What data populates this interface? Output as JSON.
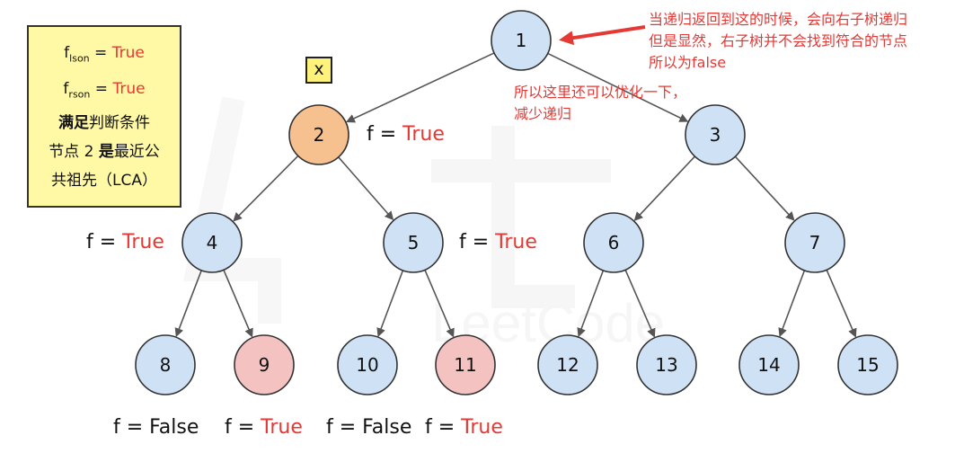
{
  "note": {
    "flson_base": "f",
    "flson_sub": "lson",
    "frson_base": "f",
    "frson_sub": "rson",
    "eq": " = ",
    "true_text": "True",
    "line3_bold": "满足",
    "line3_rest": "判断条件",
    "line4_a": "节点 2 ",
    "line4_bold": "是",
    "line4_b": "最近公",
    "line5": "共祖先（LCA）"
  },
  "cross_mark": "x",
  "nodes": [
    {
      "id": "1"
    },
    {
      "id": "2"
    },
    {
      "id": "3"
    },
    {
      "id": "4"
    },
    {
      "id": "5"
    },
    {
      "id": "6"
    },
    {
      "id": "7"
    },
    {
      "id": "8"
    },
    {
      "id": "9"
    },
    {
      "id": "10"
    },
    {
      "id": "11"
    },
    {
      "id": "12"
    },
    {
      "id": "13"
    },
    {
      "id": "14"
    },
    {
      "id": "15"
    }
  ],
  "labels": {
    "f_prefix": "f = ",
    "true_value": "True",
    "false_value": "False"
  },
  "annotations": {
    "top_line1": "当递归返回到这的时候，会向右子树递归",
    "top_line2": "但是显然，右子树并不会找到符合的节点",
    "top_line3": "所以为false",
    "mid_line1": "所以这里还可以优化一下，",
    "mid_line2": "减少递归"
  },
  "colors": {
    "node_default": "#cfe2f5",
    "node_lca": "#f7c08f",
    "node_target": "#f5c2c2",
    "stroke": "#333333",
    "edge": "#555555",
    "highlight_red": "#e53935",
    "note_bg": "#fff9a6"
  },
  "watermark": "LeetCode"
}
